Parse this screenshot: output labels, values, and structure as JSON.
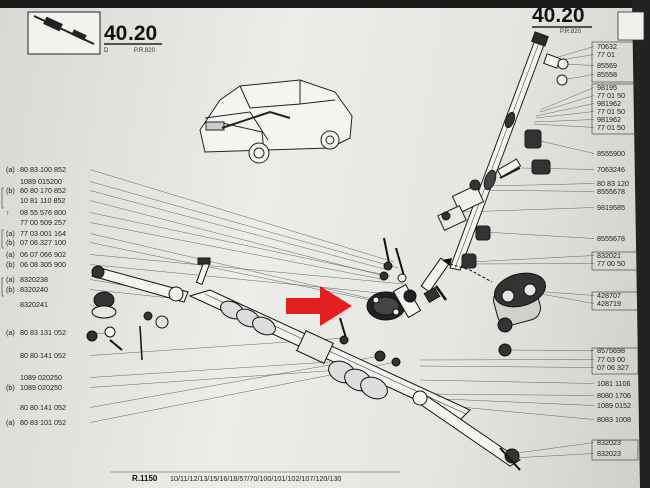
{
  "header": {
    "section_main": "40",
    "section_sub": ".20",
    "section_letter": "D",
    "model_ref": "P.R.820",
    "right_partial_number": "40.20",
    "right_model_ref": "P.R.820"
  },
  "footer": {
    "model_code": "R.1150",
    "variants": "10/11/12/13/15/16/18/57/70/100/101/102/107/120/130"
  },
  "labels_left": [
    {
      "prefix": "(a)",
      "text": "80 83 100 852"
    },
    {
      "prefix": "",
      "text": "1089 015200"
    },
    {
      "prefix": "(b)",
      "text": "80 80 170 852"
    },
    {
      "prefix": "",
      "text": "10 81 110 852"
    },
    {
      "prefix": "↑",
      "text": "08 55 576 800"
    },
    {
      "prefix": "",
      "text": "77 00 509 257"
    },
    {
      "prefix": "(a)",
      "text": "77 03 001 164"
    },
    {
      "prefix": "(b)",
      "text": "07 06 327 100"
    },
    {
      "prefix": "(a)",
      "text": "06 07 066 902"
    },
    {
      "prefix": "(b)",
      "text": "06 08 305 900"
    },
    {
      "prefix": "(a)",
      "text": "8320238"
    },
    {
      "prefix": "(b)",
      "text": "8320240"
    },
    {
      "prefix": "",
      "text": "8320241"
    },
    {
      "prefix": "(a)",
      "text": "80 83 131 052"
    },
    {
      "prefix": "",
      "text": "80 80 141 052"
    },
    {
      "prefix": "",
      "text": "1089 020250"
    },
    {
      "prefix": "(b)",
      "text": "1089 020250"
    },
    {
      "prefix": "",
      "text": "80 80 141 052"
    },
    {
      "prefix": "(a)",
      "text": "80 83 101 052"
    }
  ],
  "labels_right": [
    {
      "prefix": "",
      "text": "70632"
    },
    {
      "prefix": "",
      "text": "77 01"
    },
    {
      "prefix": "",
      "text": "85569"
    },
    {
      "prefix": "",
      "text": "85558"
    },
    {
      "prefix": "",
      "text": "98195"
    },
    {
      "prefix": "",
      "text": "77 01 50"
    },
    {
      "prefix": "",
      "text": "981962"
    },
    {
      "prefix": "",
      "text": "77 01 50"
    },
    {
      "prefix": "",
      "text": "981962"
    },
    {
      "prefix": "",
      "text": "77 01 50"
    },
    {
      "prefix": "",
      "text": "8555900"
    },
    {
      "prefix": "",
      "text": "7063246"
    },
    {
      "prefix": "",
      "text": "80 83 120"
    },
    {
      "prefix": "",
      "text": "8555678"
    },
    {
      "prefix": "",
      "text": "9819585"
    },
    {
      "prefix": "",
      "text": "8555678"
    },
    {
      "prefix": "",
      "text": "832021"
    },
    {
      "prefix": "",
      "text": "77 00 50"
    },
    {
      "prefix": "",
      "text": "428707"
    },
    {
      "prefix": "",
      "text": "428719"
    },
    {
      "prefix": "",
      "text": "8575698"
    },
    {
      "prefix": "",
      "text": "77 03 00"
    },
    {
      "prefix": "",
      "text": "07 06 327"
    },
    {
      "prefix": "",
      "text": "1081 1106"
    },
    {
      "prefix": "",
      "text": "8080 1706"
    },
    {
      "prefix": "",
      "text": "1089 0152"
    },
    {
      "prefix": "",
      "text": "8083 1008"
    },
    {
      "prefix": "",
      "text": "832023"
    },
    {
      "prefix": "",
      "text": "832023"
    }
  ],
  "colors": {
    "paper": "#e8e8e4",
    "ink": "#1e1e1e",
    "arrow": "#e41f1f",
    "background": "#1a1a1a"
  }
}
